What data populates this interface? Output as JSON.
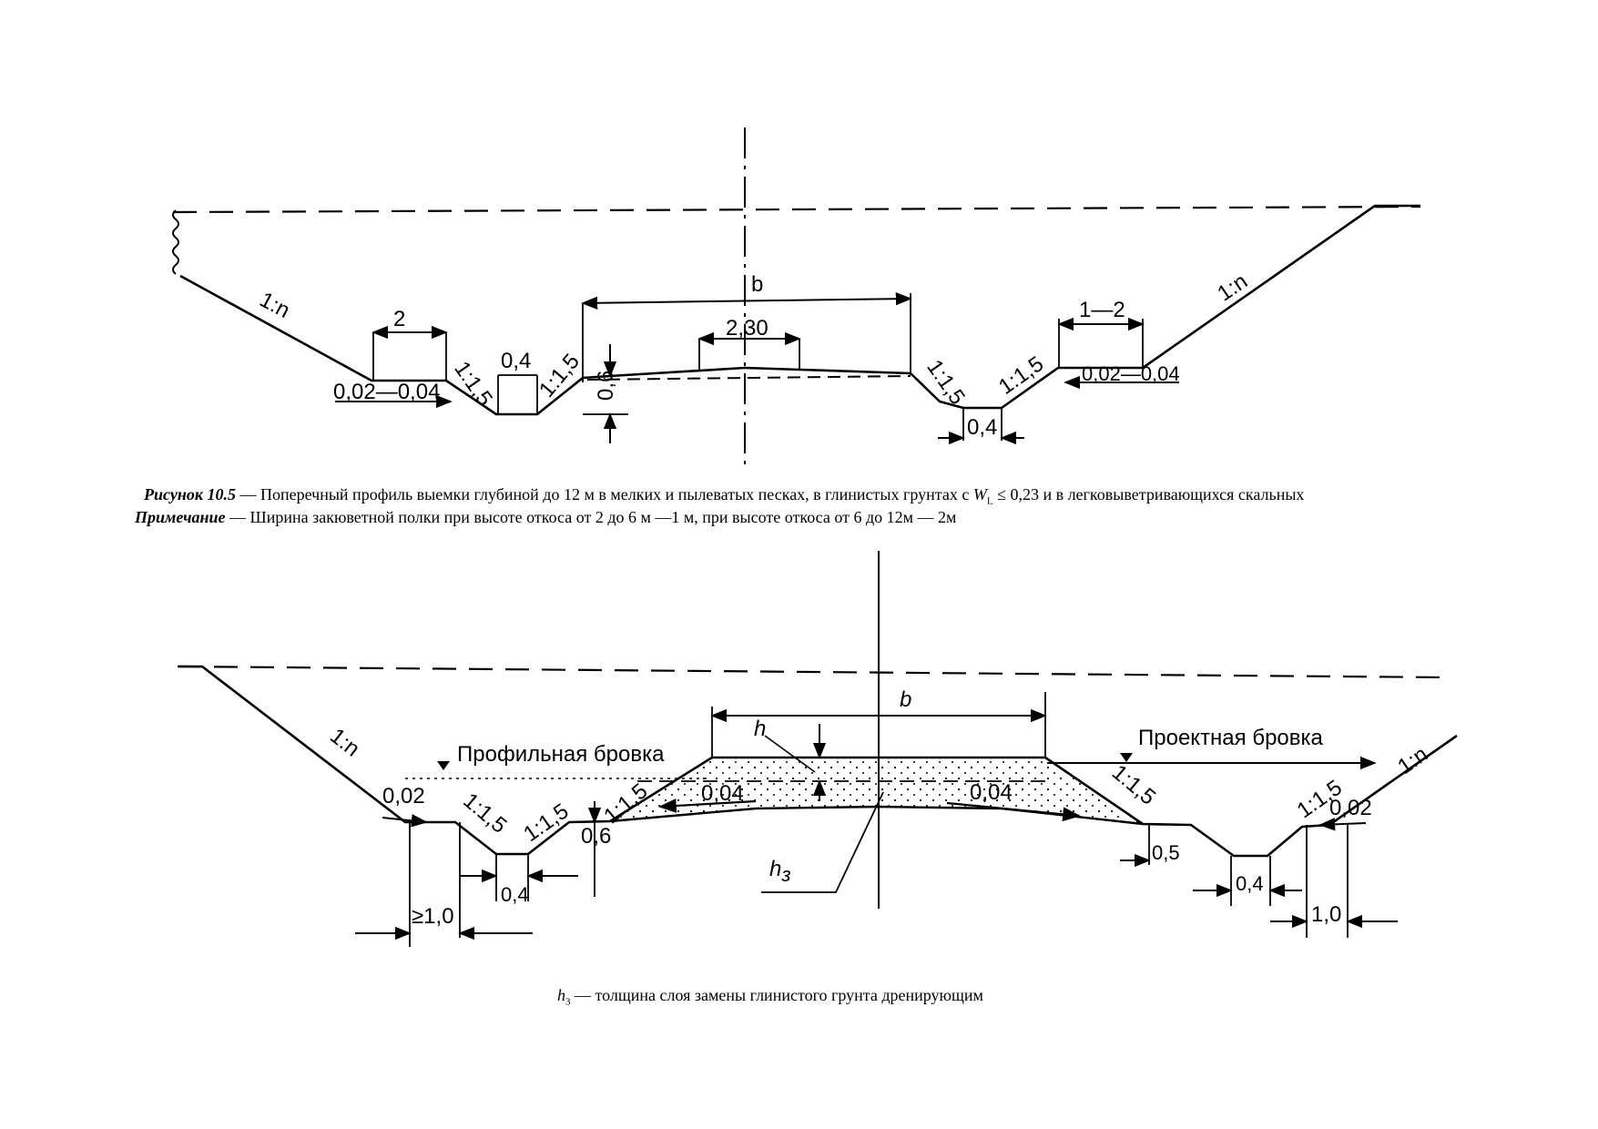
{
  "figure1": {
    "labels": {
      "b": "b",
      "slope_left": "1:n",
      "slope_right": "1:n",
      "berm_left": "2",
      "berm_right": "1—2",
      "ditch_bottom_left": "0,4",
      "ditch_bottom_right": "0,4",
      "ditch_slope_1": "1:1,5",
      "ditch_slope_2": "1:1,5",
      "ditch_slope_3": "1:1,5",
      "ditch_slope_4": "1:1,5",
      "grade_left": "0,02—0,04",
      "grade_right": "0,02—0,04",
      "crown_width": "2,30",
      "depth": "0,6"
    },
    "caption": {
      "fig_label": "Рисунок 10.5",
      "fig_text_a": " — Поперечный профиль выемки глубиной до 12 м в мелких и пылеватых песках, в глинистых грунтах с ",
      "wl_symbol": "W",
      "wl_sub": "L",
      "fig_text_b": " ≤ 0,23 и в легковыветривающихся скальных",
      "note_label": "Примечание",
      "note_text": " — Ширина закюветной полки при высоте откоса от 2 до 6 м —1 м, при высоте откоса от 6 до 12м — 2м"
    }
  },
  "figure2": {
    "labels": {
      "b": "b",
      "h": "h",
      "slope_left": "1:n",
      "slope_right": "1:n",
      "profile_edge": "Профильная бровка",
      "design_edge": "Проектная бровка",
      "grade_left": "0,02",
      "grade_right": "0,02",
      "slope_a": "1:1,5",
      "slope_b": "1:1,5",
      "slope_c": "1:1,5",
      "slope_d": "1:1,5",
      "slope_e": "1:1,5",
      "fall_left": "0,04",
      "fall_right": "0,04",
      "depth": "0,6",
      "ditch_bottom_left": "0,4",
      "ditch_bottom_right": "0,4",
      "berm_left": "≥1,0",
      "berm_right": "1,0",
      "shelf": "0,5",
      "h3_main": "h",
      "h3_sub": "з"
    },
    "caption": {
      "h3_symbol": "h",
      "h3_sub": "3",
      "text": " — толщина слоя замены глинистого грунта дренирующим"
    }
  }
}
